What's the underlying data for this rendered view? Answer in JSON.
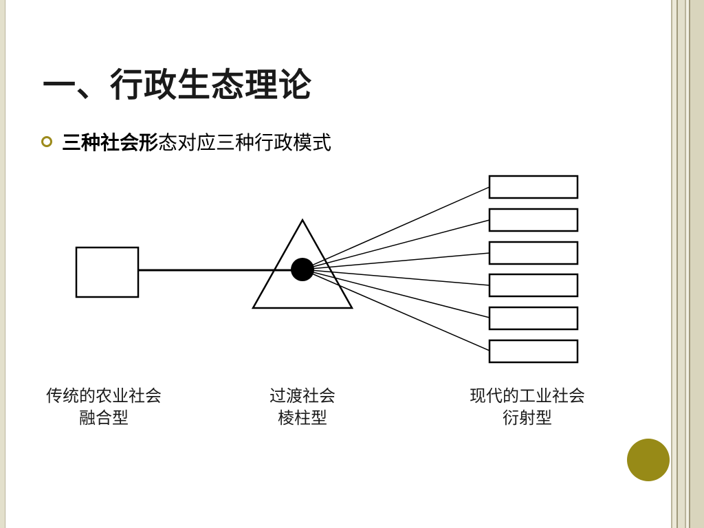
{
  "slide": {
    "title": "一、行政生态理论",
    "bullet": {
      "bold_part": "三种社会形",
      "normal_part": "态对应三种行政模式"
    },
    "captions": [
      {
        "line1": "传统的农业社会",
        "line2": "融合型"
      },
      {
        "line1": "过渡社会",
        "line2": "棱柱型"
      },
      {
        "line1": "现代的工业社会",
        "line2": "衍射型"
      }
    ]
  },
  "colors": {
    "accent": "#978a17",
    "bullet_ring": "#9c8a1b",
    "border_light": "#e3e0cc",
    "border_dark": "#b9b49a"
  }
}
